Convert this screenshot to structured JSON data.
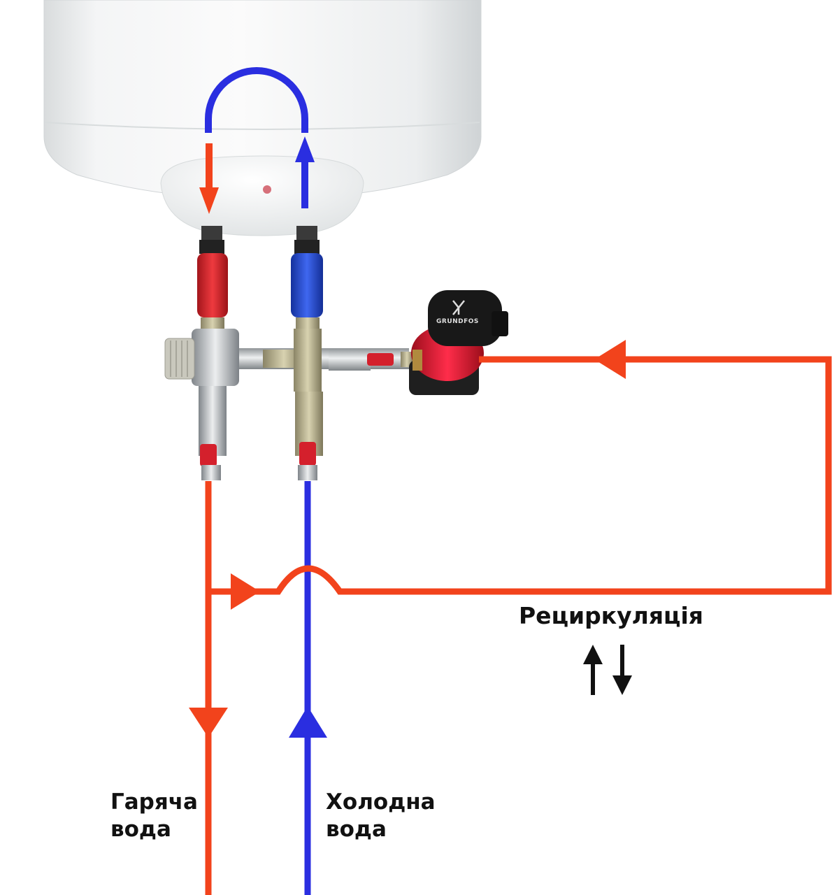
{
  "labels": {
    "hot_water": [
      "Гаряча",
      "вода"
    ],
    "cold_water": [
      "Холодна",
      "вода"
    ],
    "recirculation": "Рециркуляція"
  },
  "pump": {
    "brand": "GRUNDFOS"
  },
  "colors": {
    "hot_pipe": "#f2431c",
    "cold_pipe": "#2a2ee0",
    "insulation_red": "#e0232c",
    "insulation_blue": "#1d3fd0",
    "heater_body": "#eef1f2",
    "text": "#111111"
  },
  "icons": [
    "hot-flow-arrow",
    "cold-flow-arrow",
    "recirculation-arrows-icon",
    "grundfos-logo-icon"
  ]
}
